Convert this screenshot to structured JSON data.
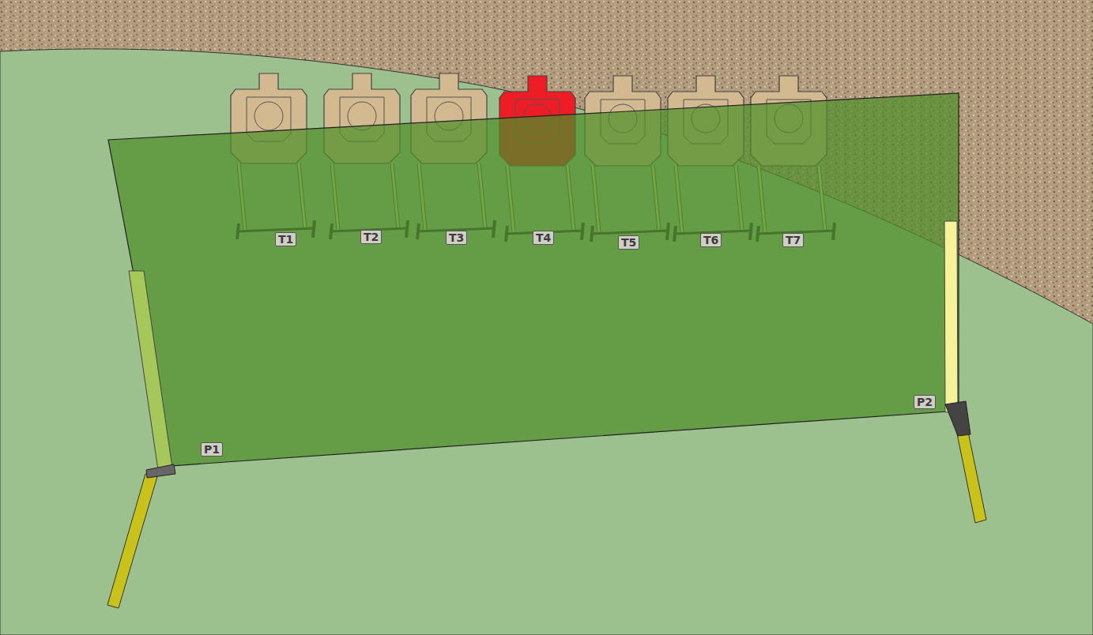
{
  "diagram": {
    "labels": [
      "T1",
      "T2",
      "T3",
      "T4",
      "T5",
      "T6",
      "T7",
      "P1",
      "P2"
    ]
  }
}
